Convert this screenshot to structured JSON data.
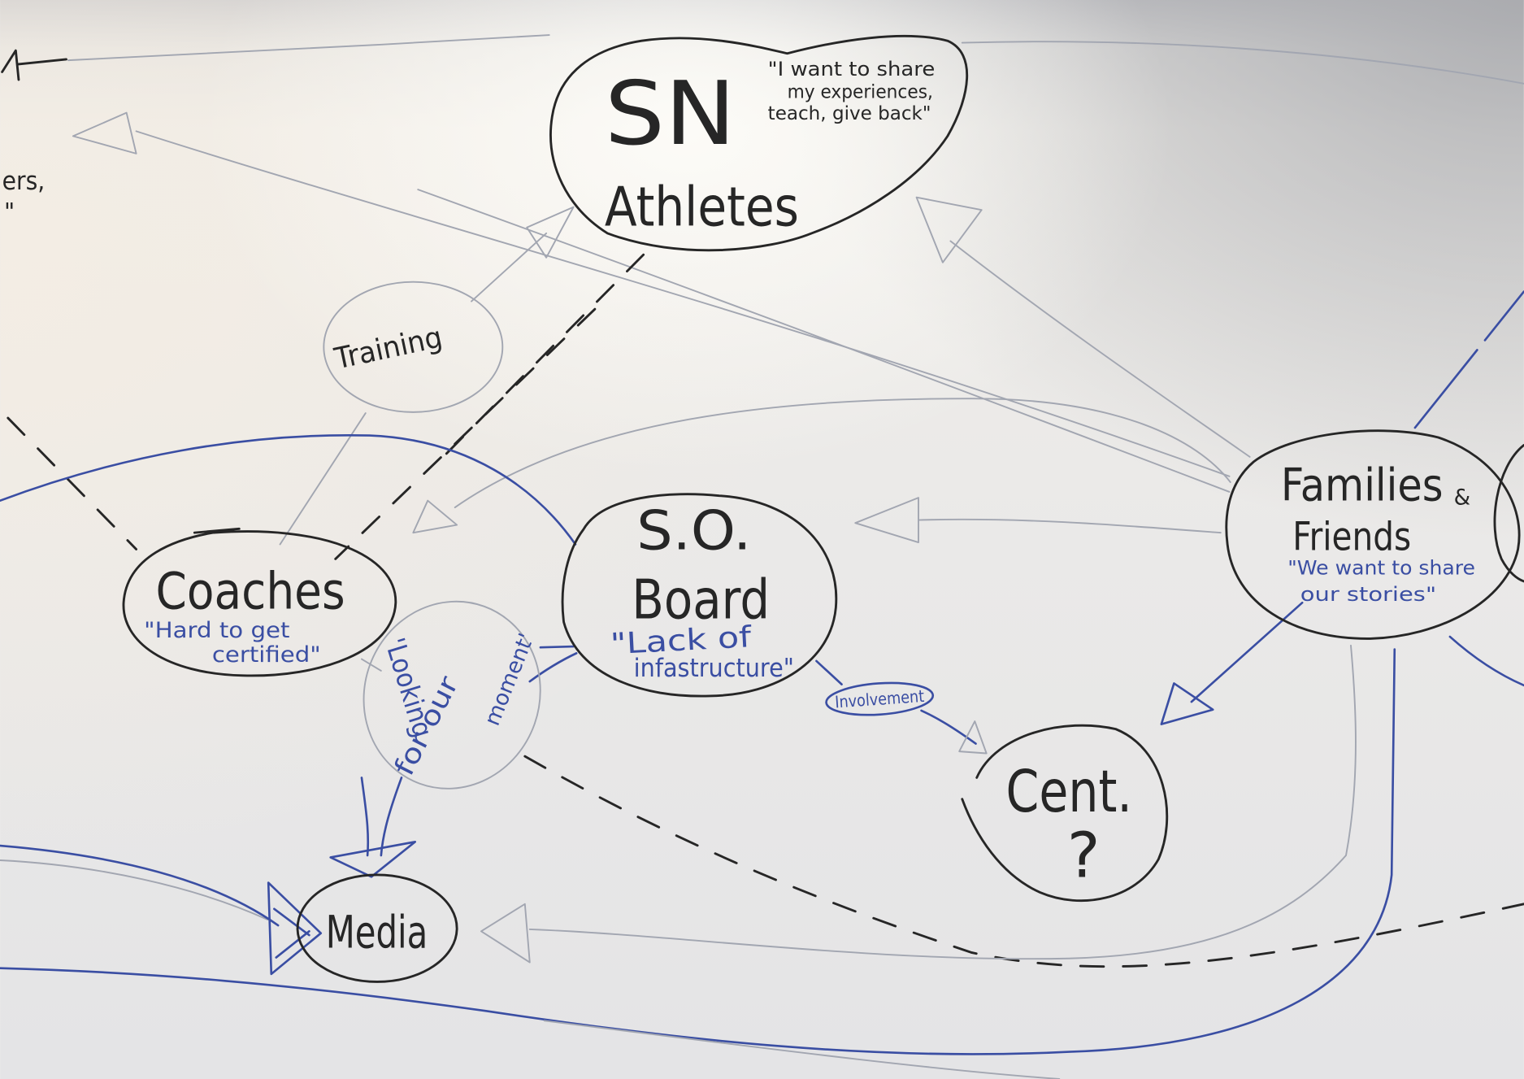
{
  "board": {
    "sn_athletes": {
      "title_line1": "SN",
      "title_line2": "Athletes",
      "quote": [
        "\"I want to share",
        "my experiences,",
        "teach, give back\""
      ]
    },
    "training": {
      "label": "Training"
    },
    "coaches": {
      "label": "Coaches",
      "quote": [
        "\"Hard to get",
        "certified\""
      ]
    },
    "so_board": {
      "title_line1": "S.O.",
      "title_line2": "Board",
      "quote": [
        "\"Lack of",
        "infastructure\""
      ]
    },
    "looking_for_our_moment": {
      "lines": [
        "'Looking",
        "for our",
        "moment'"
      ]
    },
    "families_friends": {
      "title_line1": "Families",
      "ampersand": "&",
      "title_line2": "Friends",
      "quote": [
        "\"We want to share",
        "our stories\""
      ]
    },
    "involvement": {
      "label": "Involvement"
    },
    "cent": {
      "title_line1": "Cent.",
      "title_line2": "?"
    },
    "media": {
      "label": "Media"
    },
    "left_edge_fragment": {
      "text": "ers,",
      "quote_mark": "\""
    }
  },
  "colors": {
    "board": "#eeedea",
    "marker_black": "#262626",
    "marker_blue": "#3a4ea3",
    "pencil_grey": "#a2a6b1"
  }
}
